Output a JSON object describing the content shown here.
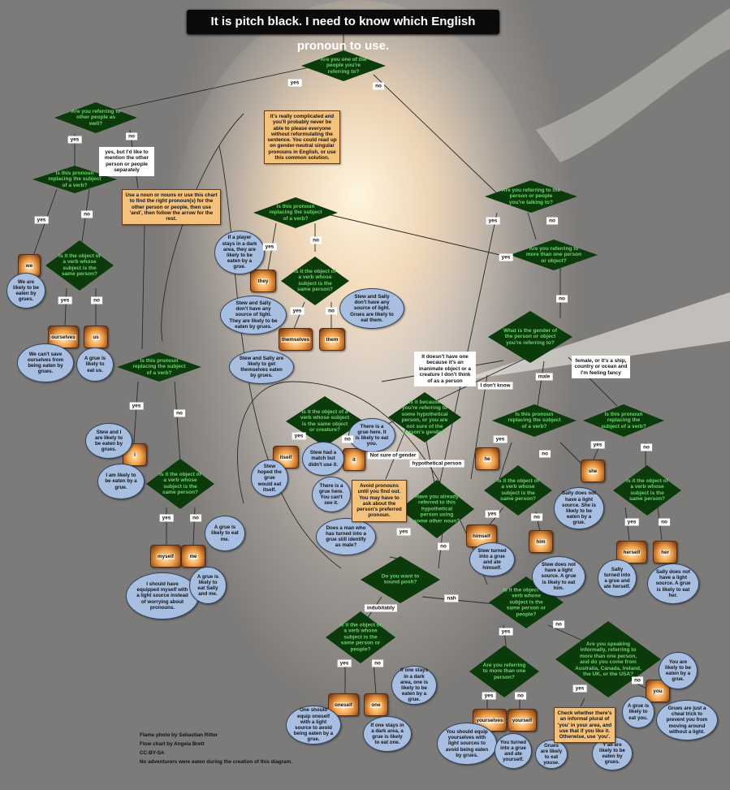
{
  "title": "It is pitch black. I need to know which English pronoun to use.",
  "diamonds": [
    {
      "text": "Are you one of the people you're referring to?"
    },
    {
      "text": "Are you referring to other people as well?"
    },
    {
      "text": "Is this pronoun replacing the subject of a verb?"
    },
    {
      "text": "Is it the object of a verb whose subject is the same person?"
    },
    {
      "text": "Is this pronoun replacing the subject of a verb?"
    },
    {
      "text": "Is it the object of a verb whose subject is the same person?"
    },
    {
      "text": "Is this pronoun replacing the subject of a verb?"
    },
    {
      "text": "Is it the object of a verb whose subject is the same person?"
    },
    {
      "text": "Are you referring to the person or people you're talking to?"
    },
    {
      "text": "Are you referring to more than one person or object?"
    },
    {
      "text": "What is the gender of the person or object you're referring to?"
    },
    {
      "text": "Is it the object of a verb whose subject is the same object or creature?"
    },
    {
      "text": "Is it because you're referring to some hypothetical person, or you are not sure of the person's gender?"
    },
    {
      "text": "Is this pronoun replacing the subject of a verb?"
    },
    {
      "text": "Is this pronoun replacing the subject of a verb?"
    },
    {
      "text": "Is it the object of a verb whose subject is the same person?"
    },
    {
      "text": "Is it the object of a verb whose subject is the same person?"
    },
    {
      "text": "Have you already referred to this hypothetical person using some other noun?"
    },
    {
      "text": "Do you want to sound posh?"
    },
    {
      "text": "Is it the object of a verb whose subject is the same person or people?"
    },
    {
      "text": "Is it the object of a verb whose subject is the same person or people?"
    },
    {
      "text": "Are you referring to more than one person?"
    },
    {
      "text": "Are you speaking informally, referring to more than one person, and do you come from Australia, Canada, Ireland, the UK, or the USA?"
    }
  ],
  "pronouns": [
    "we",
    "ourselves",
    "us",
    "myself",
    "me",
    "I",
    "they",
    "themselves",
    "them",
    "itself",
    "it",
    "he",
    "himself",
    "him",
    "she",
    "herself",
    "her",
    "oneself",
    "one",
    "yourselves",
    "yourself",
    "you"
  ],
  "bubbles": [
    "We are likely to be eaten by grues.",
    "We can't save ourselves from being eaten by grues.",
    "A grue is likely to eat us.",
    "Stew and I are likely to be eaten by grues.",
    "I am likely to be eaten by a grue.",
    "A grue is likely to eat me.",
    "I should have equipped myself with a light source instead of worrying about pronouns.",
    "A grue is likely to eat Sally and me.",
    "If a player stays in a dark area, they are likely to be eaten by a grue.",
    "Stew and Sally don't have any source of light. They are likely to be eaten by grues.",
    "Stew and Sally are likely to get themselves eaten by grues.",
    "Stew and Sally don't have any source of light. Grues are likely to eat them.",
    "There is a grue here. It is likely to eat you.",
    "Stew had a match but didn't use it.",
    "Stew hoped the grue would eat itself.",
    "There is a grue here. You can't see it.",
    "Does a man who has turned into a grue still identify as male?",
    "Sally does not have a light source. She is likely to be eaten by a grue.",
    "Stew turned into a grue and ate himself.",
    "Stew does not have a light source. A grue is likely to eat him.",
    "Sally turned into a grue and ate herself.",
    "Sally does not have a light source. A grue is likely to eat her.",
    "If one stays in a dark area, one is likely to be eaten by a grue.",
    "One should equip oneself with a light source to avoid being eaten by a grue.",
    "If one stays in a dark area, a grue is likely to eat one.",
    "You should equip yourselves with light sources to avoid being eaten by grues.",
    "You turned into a grue and ate yourself.",
    "Grues are likely to eat youse.",
    "Y'all are likely to be eaten by grues.",
    "You are likely to be eaten by a grue.",
    "A grue is likely to eat you.",
    "Grues are just a cheal trick to prevent you from moving around without a light."
  ],
  "labels": [
    "yes",
    "no",
    "yes, but I'd like to mention the other person or people separately",
    "nah",
    "indubitably",
    "hypothetical person",
    "Not sure of gender",
    "I don't know",
    "male",
    "female, or it's a ship, country or ocean and I'm feeling fancy",
    "It doesn't have one because it's an inanimate object or a creature I don't think of as a person"
  ],
  "boxes": [
    "Use a noun or nouns or use this chart to find the right pronoun(s) for the other person or people, then use 'and', then follow the arrow for the rest.",
    "It's really complicated and you'll probably never be able to please everyone without reformulating the sentence. You could read up on gender-neutral singular pronouns in English, or use this common solution.",
    "Avoid pronouns until you find out. You may have to ask about the person's preferred pronoun.",
    "Check whether there's an informal plural of 'you' in your area, and use that if you like it. Otherwise, use 'you'."
  ],
  "credits": [
    "Flame photo by Sebastian Ritter",
    "Flow chart by Angela Brett",
    "CC-BY-SA",
    "No adventurers were eaten during the creation of this diagram."
  ],
  "colors": {
    "diamond": "#0b3a0b",
    "diamond_text": "#6fd36f",
    "bubble": "#a9bfe2",
    "box": "#f5c27e",
    "title_bg": "#0a0a0a"
  }
}
